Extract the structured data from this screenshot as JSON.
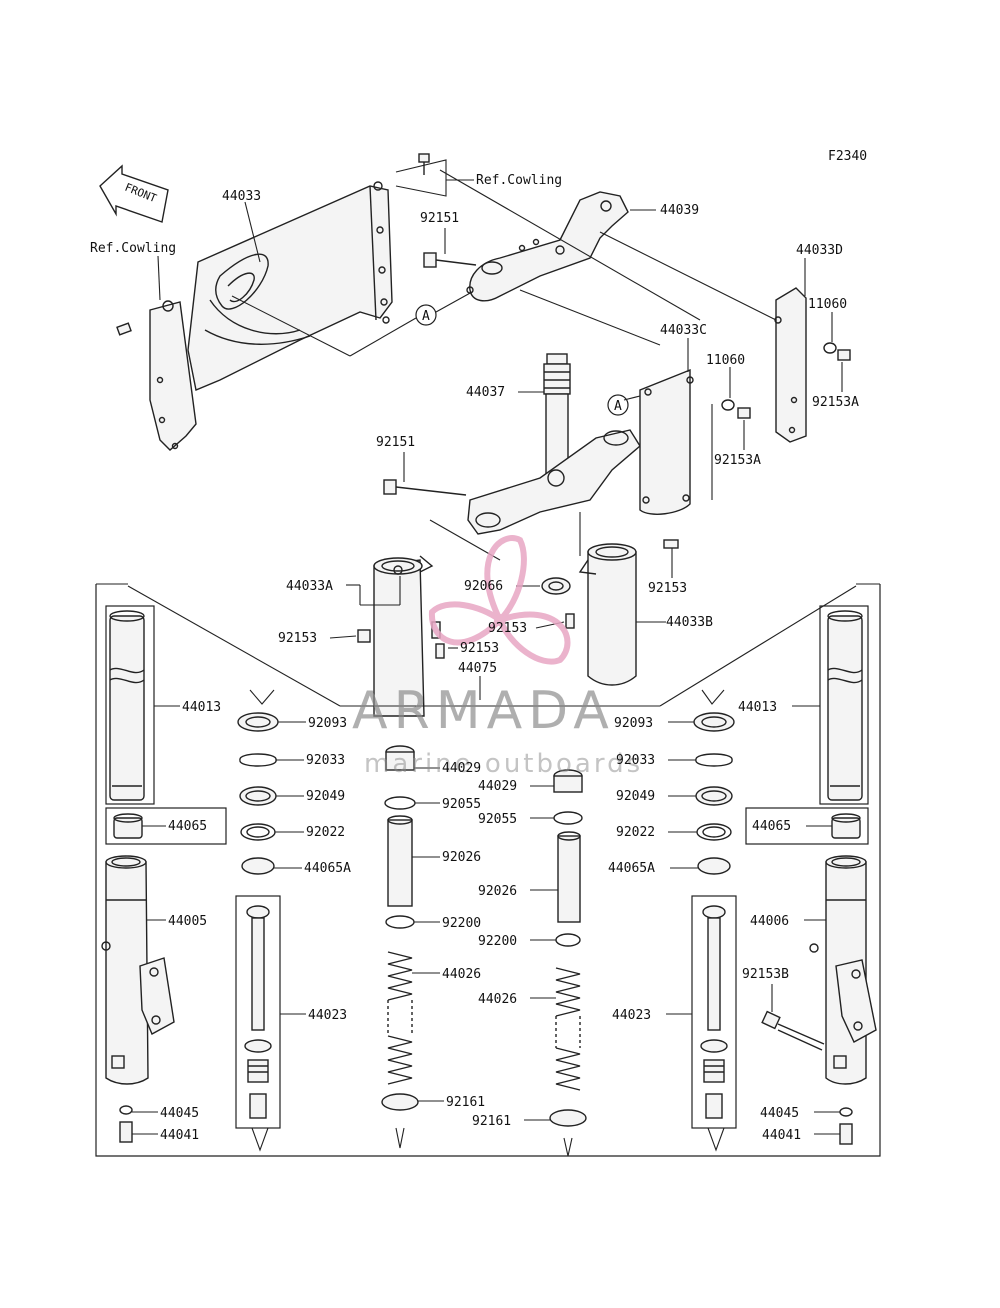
{
  "code": "F2340",
  "front_label": "FRONT",
  "ref_cowling_1": "Ref.Cowling",
  "ref_cowling_2": "Ref.Cowling",
  "marker_a": "A",
  "watermark": {
    "title": "ARMADA",
    "subtitle": "marine outboards",
    "color": "#e8a6c4"
  },
  "labels": {
    "p44033": "44033",
    "p44039": "44039",
    "p92151a": "92151",
    "p44033d": "44033D",
    "p11060a": "11060",
    "p44033c": "44033C",
    "p11060b": "11060",
    "p92153aa": "92153A",
    "p92153ab": "92153A",
    "p44037": "44037",
    "p92151b": "92151",
    "p44033a": "44033A",
    "p92066": "92066",
    "p92153a": "92153",
    "p92153b": "92153",
    "p92153c": "92153",
    "p92153d": "92153",
    "p44033b": "44033B",
    "p44075": "44075",
    "l44013": "44013",
    "l92093": "92093",
    "l92033": "92033",
    "l92049": "92049",
    "l92022": "92022",
    "l44065": "44065",
    "l44065a": "44065A",
    "l44005": "44005",
    "l44023": "44023",
    "l44045": "44045",
    "l44041": "44041",
    "c44029": "44029",
    "c92055": "92055",
    "c92026": "92026",
    "c92200": "92200",
    "c44026": "44026",
    "c92161": "92161",
    "d44029": "44029",
    "d92055": "92055",
    "d92026": "92026",
    "d92200": "92200",
    "d44026": "44026",
    "d92161": "92161",
    "r44013": "44013",
    "r92093": "92093",
    "r92033": "92033",
    "r92049": "92049",
    "r92022": "92022",
    "r44065": "44065",
    "r44065a": "44065A",
    "r44006": "44006",
    "r92153b": "92153B",
    "r44023": "44023",
    "r44045": "44045",
    "r44041": "44041"
  }
}
